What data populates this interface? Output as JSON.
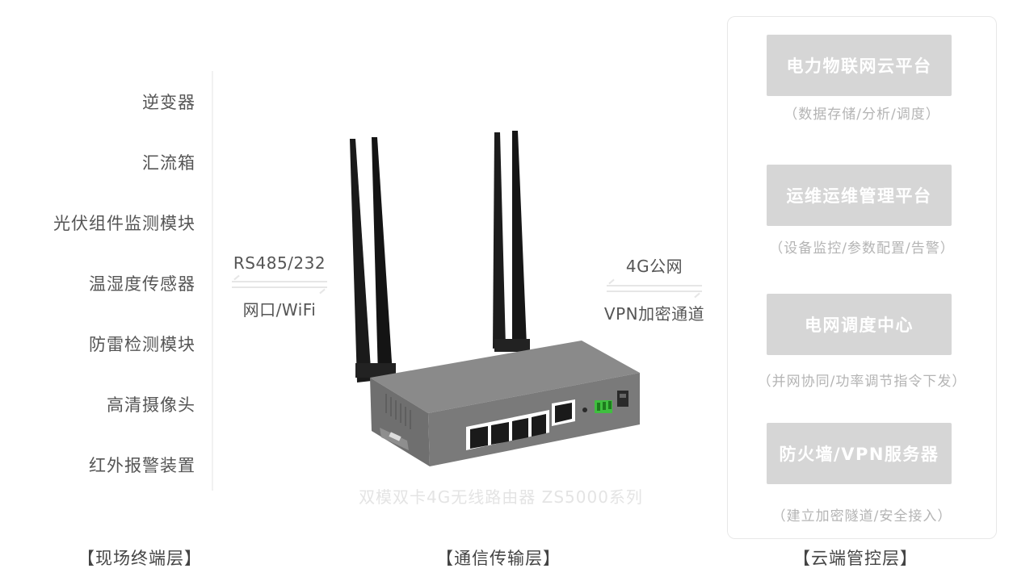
{
  "field_layer": {
    "items": [
      {
        "label": "逆变器"
      },
      {
        "label": "汇流箱"
      },
      {
        "label": "光伏组件监测模块"
      },
      {
        "label": "温湿度传感器"
      },
      {
        "label": "防雷检测模块"
      },
      {
        "label": "高清摄像头"
      },
      {
        "label": "红外报警装置"
      }
    ]
  },
  "links": {
    "field_link": {
      "top": "RS485/232",
      "bottom": "网口/WiFi",
      "arrow_icon": "bidirectional-arrow-icon"
    },
    "cloud_link": {
      "top": "4G公网",
      "bottom": "VPN加密通道",
      "arrow_icon": "bidirectional-arrow-icon"
    }
  },
  "device": {
    "caption": "双模双卡4G无线路由器 ZS5000系列",
    "antenna_count": 4,
    "lan_ports": 4,
    "wan_ports": 1,
    "colors": {
      "body": "#7a7a7a",
      "terminal": "#3fbf3f",
      "antenna": "#1a1a1a"
    }
  },
  "cloud_layer": {
    "items": [
      {
        "title": "电力物联网云平台",
        "desc": "（数据存储/分析/调度）"
      },
      {
        "title": "运维运维管理平台",
        "desc": "（设备监控/参数配置/告警）"
      },
      {
        "title": "电网调度中心",
        "desc": "（并网协同/功率调节指令下发）"
      },
      {
        "title": "防火墙/VPN服务器",
        "desc": "（建立加密隧道/安全接入）"
      }
    ],
    "colors": {
      "button_bg": "#d6d6d6",
      "button_text": "#ffffff",
      "desc_text": "#b4b4b4"
    }
  },
  "layers": {
    "field": "【现场终端层】",
    "transport": "【通信传输层】",
    "cloud": "【云端管控层】"
  }
}
